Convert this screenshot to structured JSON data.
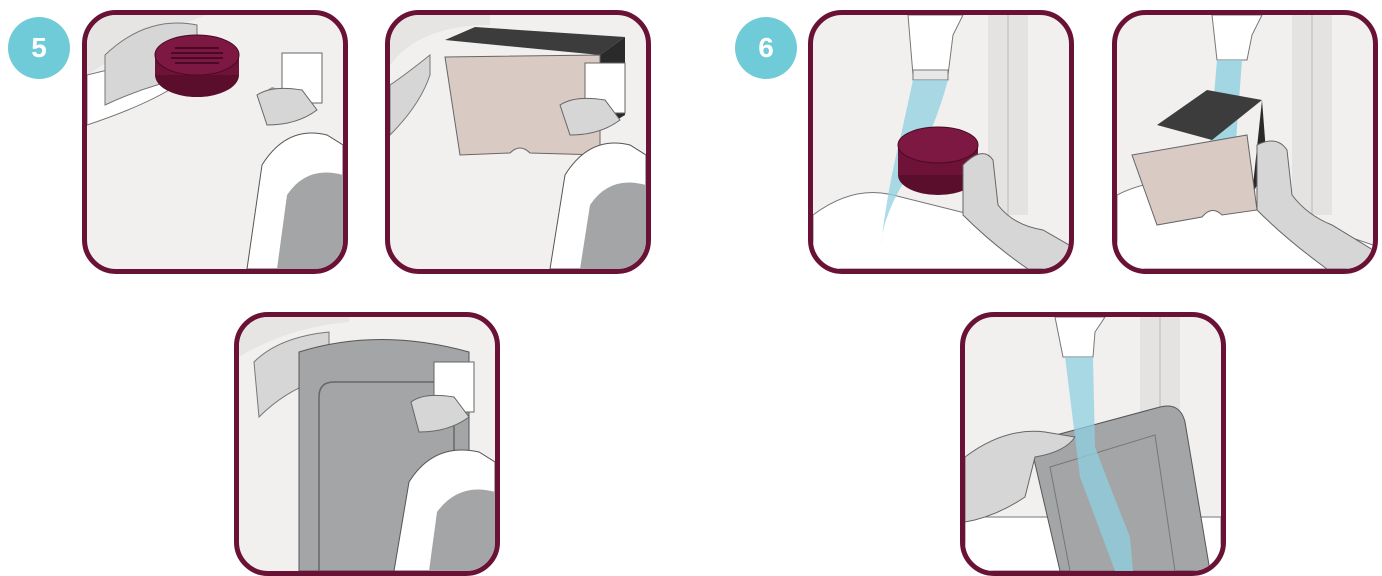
{
  "steps": [
    {
      "number": "5",
      "panels": [
        "spray-filter-cup",
        "spray-filter-box",
        "spray-tank"
      ]
    },
    {
      "number": "6",
      "panels": [
        "rinse-filter-cup",
        "rinse-filter-box",
        "rinse-tank"
      ]
    }
  ],
  "colors": {
    "badge": "#6fcbd7",
    "frame": "#6a1236",
    "filter_cup": "#6e1238",
    "filter_paper": "#d9cbc3",
    "filter_box_top": "#3c3c3c",
    "tank": "#a3a5a6",
    "glove": "#d6d6d6",
    "water": "#8fd0e0",
    "background": "#f1f0ef"
  },
  "icons": [
    "spray-bottle-icon",
    "faucet-icon",
    "water-stream-icon",
    "gloved-hand-icon"
  ]
}
